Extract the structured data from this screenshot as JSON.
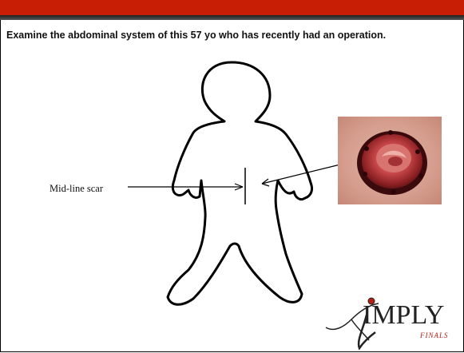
{
  "instruction": "Examine the abdominal system of this 57 yo who has recently had an operation.",
  "annotation": {
    "scar_label": "Mid-line scar"
  },
  "logo": {
    "main": "IMPLY",
    "sub": "FINALS"
  },
  "colors": {
    "header_bar": "#c81e05",
    "logo_accent": "#b52015"
  }
}
